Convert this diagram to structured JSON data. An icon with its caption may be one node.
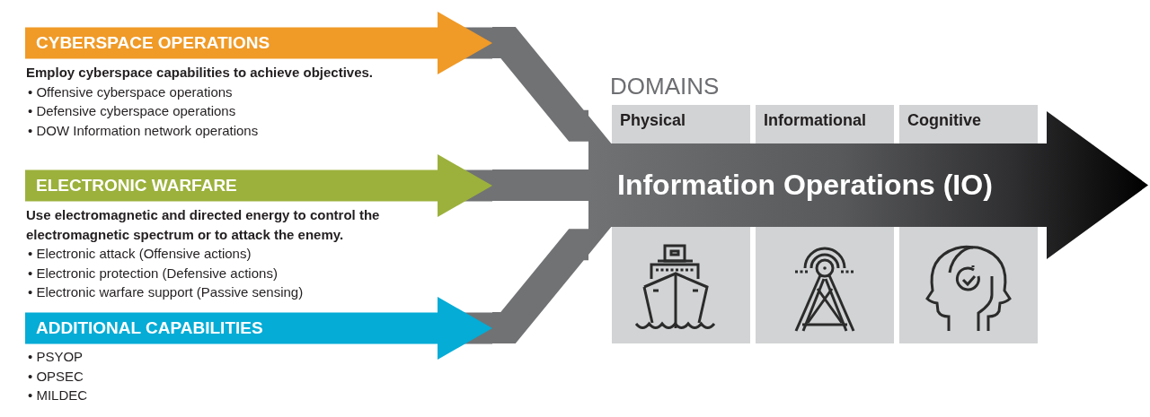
{
  "diagram": {
    "nodes": [
      {
        "text": [
          "CYBERSPACE OPERATIONS"
        ],
        "beside": [
          "Employ cyberspace capabilities to achieve objectives.",
          "• Offensive cyberspace operations",
          "• Defensive cyberspace operations",
          "• DOW Information network operations"
        ]
      },
      {
        "text": [
          "ELECTRONIC WARFARE"
        ],
        "beside": [
          "Use electromagnetic and directed energy to control the electromagnetic spectrum or to attack the enemy.",
          "• Electronic attack (Offensive actions)",
          "• Electronic protection (Defensive actions)",
          "• Electronic warfare support (Passive sensing)"
        ]
      },
      {
        "text": [
          "ADDITIONAL CAPABILITIES"
        ],
        "beside": [
          "• PSYOP",
          "• OPSEC",
          "• MILDEC"
        ]
      },
      {
        "text": [
          "Physical"
        ]
      },
      {
        "text": [
          "Informational"
        ]
      },
      {
        "text": [
          "Cognitive"
        ]
      },
      {
        "text": [
          "Information Operations (IO)"
        ]
      },
      {
        "text": [],
        "shape": "picture"
      },
      {
        "text": [],
        "shape": "picture"
      },
      {
        "text": [],
        "shape": "picture"
      }
    ],
    "edges": [
      {
        "from": 0,
        "to": 6,
        "arrow": "none"
      },
      {
        "from": 1,
        "to": 6,
        "arrow": "none"
      },
      {
        "from": 2,
        "to": 6,
        "arrow": "none"
      }
    ],
    "labels": [
      "DOMAINS"
    ]
  }
}
